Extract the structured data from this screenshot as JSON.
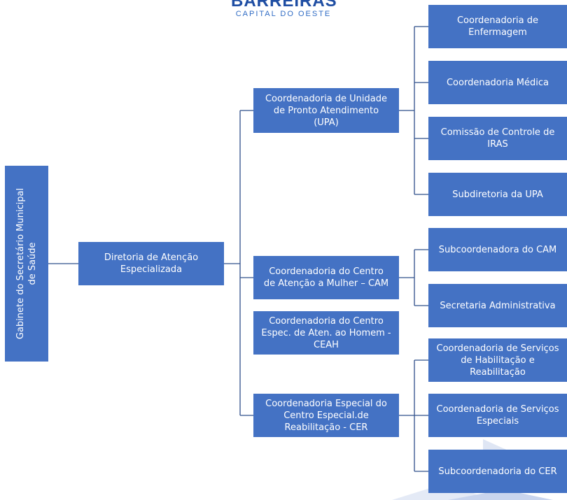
{
  "logo": {
    "title": "BARREIRAS",
    "subtitle": "CAPITAL DO OESTE"
  },
  "root": "Gabinete do Secretário Municipal\nde Saúde",
  "directorate": "Diretoria de Atenção\nEspecializada",
  "coordinations": [
    "Coordenadoria de Unidade\nde Pronto Atendimento\n(UPA)",
    "Coordenadoria do Centro\nde Atenção a Mulher – CAM",
    "Coordenadoria do Centro\nEspec. de Aten. ao Homem -\nCEAH",
    "Coordenadoria Especial do\nCentro Especial.de\nReabilitação - CER"
  ],
  "upa_units": [
    "Coordenadoria de\nEnfermagem",
    "Coordenadoria Médica",
    "Comissão de Controle  de\nIRAS",
    "Subdiretoria da UPA"
  ],
  "cam_units": [
    "Subcoordenadora do CAM",
    "Secretaria Administrativa"
  ],
  "cer_units": [
    "Coordenadoria de Serviços\nde Habilitação e\nReabilitação",
    "Coordenadoria de Serviços\nEspeciais",
    "Subcoordenadoria do CER"
  ],
  "colors": {
    "box": "#4472c4",
    "line": "#2f4f8a",
    "logo": "#1f4ea3"
  }
}
